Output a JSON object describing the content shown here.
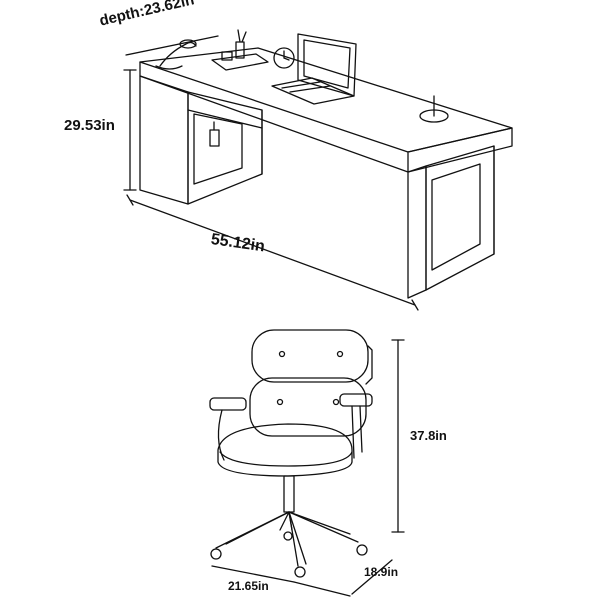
{
  "colors": {
    "line": "#111111",
    "background": "#ffffff"
  },
  "desk": {
    "depth_label": "depth:23.62in",
    "height_label": "29.53in",
    "width_label": "55.12in"
  },
  "chair": {
    "height_label": "37.8in",
    "width_label": "21.65in",
    "depth_label": "18.9in"
  }
}
